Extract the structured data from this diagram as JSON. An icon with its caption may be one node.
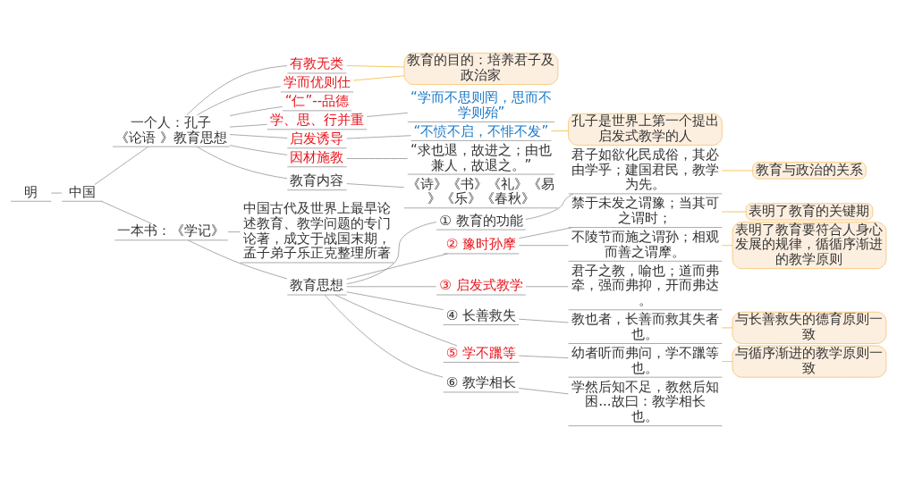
{
  "diagram": {
    "nodes": [
      {
        "text": [
          "明"
        ]
      },
      {
        "text": [
          "中国"
        ]
      },
      {
        "text": [
          "一个人：孔子",
          "《论语 》教育思想"
        ]
      },
      {
        "text": [
          "有教无类"
        ]
      },
      {
        "text": [
          "学而优则仕"
        ]
      },
      {
        "text": [
          "教育的目的：培养君子及政治家"
        ]
      },
      {
        "text": [
          "“仁”--品德"
        ]
      },
      {
        "text": [
          "学、思、行并重"
        ]
      },
      {
        "text": [
          "“学而不思则罔，思而不学则殆”"
        ]
      },
      {
        "text": [
          "启发诱导"
        ]
      },
      {
        "text": [
          "“不愤不启，不悱不发”"
        ]
      },
      {
        "text": [
          "孔子是世界上第一个提出启发式教学的人"
        ]
      },
      {
        "text": [
          "因材施教"
        ]
      },
      {
        "text": [
          "“求也退，故进之；由也兼人，故退之。”"
        ]
      },
      {
        "text": [
          "教育内容"
        ]
      },
      {
        "text": [
          "《诗》《书》《礼》《易》《乐》《春秋》"
        ]
      },
      {
        "text": [
          "一本书：《学记》"
        ]
      },
      {
        "text": [
          "中国古代及世界上最早论述教育、教学问题的专门论著，成文于战国末期，孟子弟子乐正克整理所著"
        ]
      },
      {
        "text": [
          "教育思想"
        ]
      },
      {
        "text": [
          "① 教育的功能"
        ]
      },
      {
        "text": [
          "君子如欲化民成俗，其必由学乎；建国君民，教学为先。"
        ]
      },
      {
        "text": [
          "教育与政治的关系"
        ]
      },
      {
        "text": [
          "② 豫时孙摩"
        ]
      },
      {
        "text": [
          "禁于未发之谓豫；当其可之谓时；"
        ]
      },
      {
        "text": [
          "表明了教育的关键期"
        ]
      },
      {
        "text": [
          "不陵节而施之谓孙；相观而善之谓摩。"
        ]
      },
      {
        "text": [
          "表明了教育要符合人身心发展的规律，循循序渐进的教学原则"
        ]
      },
      {
        "text": [
          "③ 启发式教学"
        ]
      },
      {
        "text": [
          "君子之教，喻也；道而弗牵，强而弗抑，开而弗达。"
        ]
      },
      {
        "text": [
          "④ 长善救失"
        ]
      },
      {
        "text": [
          "教也者，长善而救其失者也。"
        ]
      },
      {
        "text": [
          "与长善救失的德育原则一致"
        ]
      },
      {
        "text": [
          "⑤ 学不躐等"
        ]
      },
      {
        "text": [
          "幼者听而弗问，学不躐等也。"
        ]
      },
      {
        "text": [
          "与循序渐进的教学原则一致"
        ]
      },
      {
        "text": [
          "⑥ 教学相长"
        ]
      },
      {
        "text": [
          "学然后知不足，教然后知困...故曰：教学相长也。"
        ]
      }
    ],
    "edges": [
      {
        "from": 0,
        "to": 1,
        "arrow": "none"
      },
      {
        "from": 1,
        "to": 2,
        "arrow": "none"
      },
      {
        "from": 2,
        "to": 3,
        "arrow": "none"
      },
      {
        "from": 2,
        "to": 4,
        "arrow": "none"
      },
      {
        "from": 2,
        "to": 6,
        "arrow": "none"
      },
      {
        "from": 2,
        "to": 7,
        "arrow": "none"
      },
      {
        "from": 7,
        "to": 8,
        "arrow": "none"
      },
      {
        "from": 2,
        "to": 9,
        "arrow": "none"
      },
      {
        "from": 9,
        "to": 10,
        "arrow": "none"
      },
      {
        "from": 2,
        "to": 12,
        "arrow": "none"
      },
      {
        "from": 12,
        "to": 13,
        "arrow": "none"
      },
      {
        "from": 2,
        "to": 14,
        "arrow": "none"
      },
      {
        "from": 14,
        "to": 15,
        "arrow": "none"
      },
      {
        "from": 1,
        "to": 16,
        "arrow": "none"
      },
      {
        "from": 16,
        "to": 17,
        "arrow": "none"
      },
      {
        "from": 16,
        "to": 18,
        "arrow": "none"
      },
      {
        "from": 18,
        "to": 19,
        "arrow": "none"
      },
      {
        "from": 19,
        "to": 20,
        "arrow": "none"
      },
      {
        "from": 18,
        "to": 22,
        "arrow": "none"
      },
      {
        "from": 22,
        "to": 23,
        "arrow": "none"
      },
      {
        "from": 22,
        "to": 25,
        "arrow": "none"
      },
      {
        "from": 18,
        "to": 27,
        "arrow": "none"
      },
      {
        "from": 27,
        "to": 28,
        "arrow": "none"
      },
      {
        "from": 18,
        "to": 29,
        "arrow": "none"
      },
      {
        "from": 29,
        "to": 30,
        "arrow": "none"
      },
      {
        "from": 18,
        "to": 32,
        "arrow": "none"
      },
      {
        "from": 32,
        "to": 33,
        "arrow": "none"
      },
      {
        "from": 18,
        "to": 35,
        "arrow": "none"
      },
      {
        "from": 35,
        "to": 36,
        "arrow": "none"
      },
      {
        "from": 3,
        "to": 5,
        "arrow": "none",
        "color": "#f5b942"
      },
      {
        "from": 4,
        "to": 5,
        "arrow": "none",
        "color": "#f5b942"
      },
      {
        "from": 10,
        "to": 11,
        "arrow": "none",
        "color": "#f5b942"
      },
      {
        "from": 20,
        "to": 21,
        "arrow": "none",
        "color": "#f5b942"
      },
      {
        "from": 23,
        "to": 24,
        "arrow": "none",
        "color": "#f5b942"
      },
      {
        "from": 25,
        "to": 26,
        "arrow": "none",
        "color": "#f5b942"
      },
      {
        "from": 30,
        "to": 31,
        "arrow": "none",
        "color": "#f5b942"
      },
      {
        "from": 33,
        "to": 34,
        "arrow": "none",
        "color": "#f5b942"
      }
    ]
  }
}
